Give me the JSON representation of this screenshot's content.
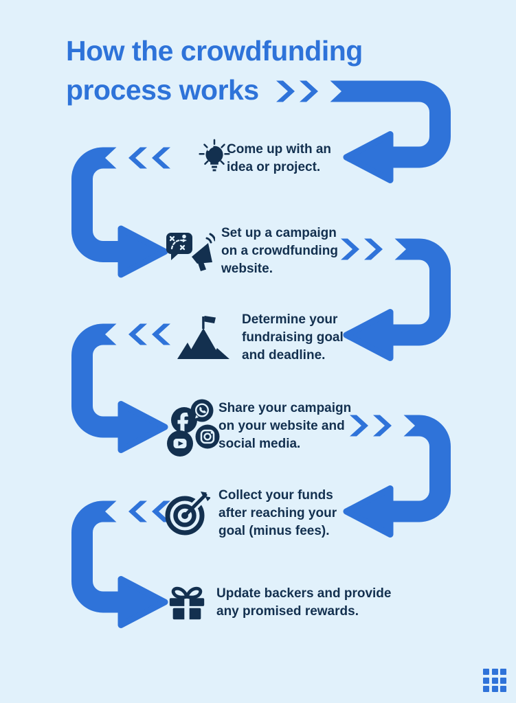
{
  "title": {
    "lines": [
      "How the crowdfunding",
      "process works"
    ]
  },
  "steps": [
    {
      "icon": "lightbulb-icon",
      "text": "Come up with an idea or project.",
      "lines": [
        "Come up with an",
        "idea or project."
      ]
    },
    {
      "icon": "strategy-megaphone-icon",
      "text": "Set up a campaign on a crowdfunding website.",
      "lines": [
        "Set up a campaign",
        "on a crowdfunding",
        "website."
      ]
    },
    {
      "icon": "mountain-flag-icon",
      "text": "Determine your fundraising goal and deadline.",
      "lines": [
        "Determine your",
        "fundraising goal",
        "and deadline."
      ]
    },
    {
      "icon": "social-media-icons",
      "text": "Share your campaign on your website and social media.",
      "lines": [
        "Share your campaign",
        "on your website and",
        "social media."
      ]
    },
    {
      "icon": "target-dart-icon",
      "text": "Collect your funds after reaching your goal (minus fees).",
      "lines": [
        "Collect your funds",
        "after reaching your",
        "goal (minus fees)."
      ]
    },
    {
      "icon": "gift-icon",
      "text": "Update backers and provide any promised rewards.",
      "lines": [
        "Update backers and provide",
        "any promised rewards."
      ]
    }
  ],
  "colors": {
    "background": "#e1f1fb",
    "accent_blue": "#2f73d9",
    "dark_navy": "#13304f"
  },
  "footer_logo": "grid-logo"
}
